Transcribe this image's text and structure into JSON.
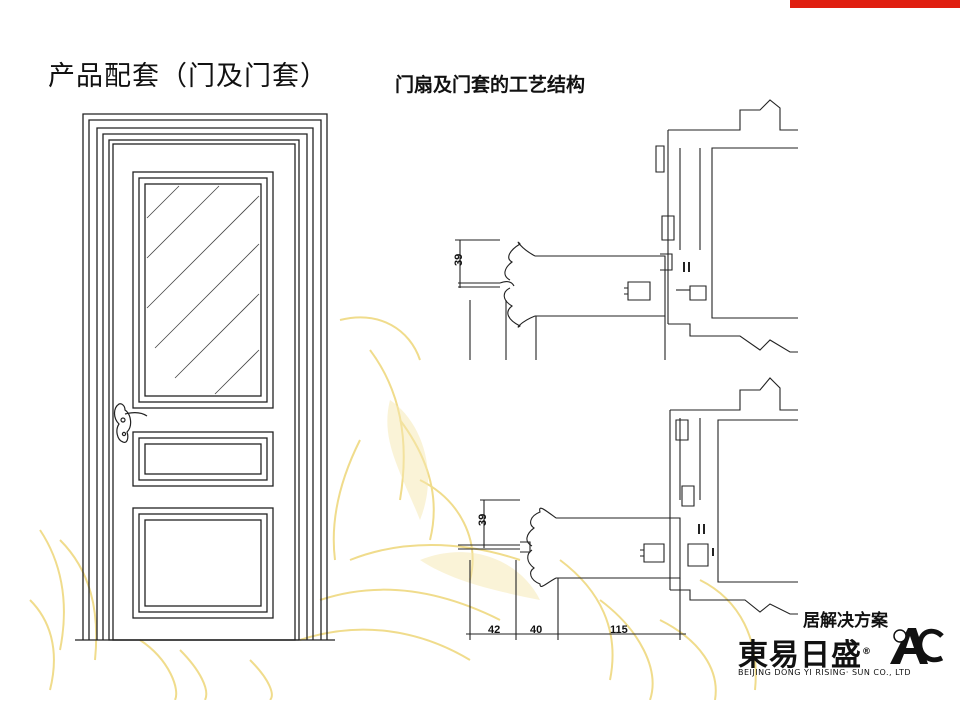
{
  "page": {
    "title": "产品配套（门及门套）",
    "subtitle": "门扇及门套的工艺结构"
  },
  "diagram": {
    "dimensions": {
      "top_thickness": "39",
      "bottom_thickness": "39",
      "seg_a": "42",
      "seg_b": "40",
      "seg_c": "115"
    }
  },
  "brand": {
    "slogan": "居解决方案",
    "name": "東易日盛",
    "registered": "®",
    "subname": "BEIJING DONG YI RISING· SUN CO., LTD"
  },
  "colors": {
    "accent": "#e01f10",
    "line": "#222222",
    "decor": "#f0dc8c"
  }
}
